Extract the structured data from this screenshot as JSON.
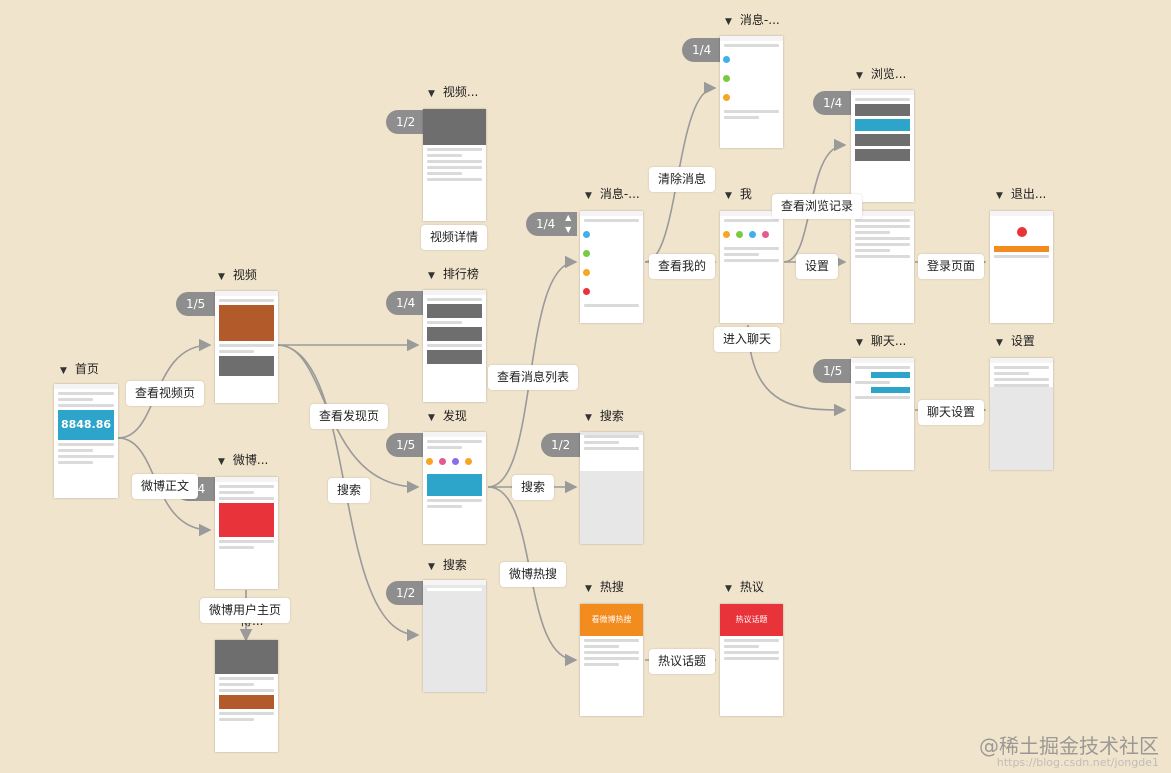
{
  "nodes": {
    "home": {
      "title": "首页"
    },
    "video": {
      "title": "视频",
      "badge": "1/5"
    },
    "weibo": {
      "title": "微博...",
      "badge": "1/4"
    },
    "profile": {
      "title": "博...",
      "badge": ""
    },
    "video_detail": {
      "title": "视频...",
      "badge": "1/2"
    },
    "ranking": {
      "title": "排行榜",
      "badge": "1/4"
    },
    "discover": {
      "title": "发现",
      "badge": "1/5"
    },
    "search_a": {
      "title": "搜索",
      "badge": "1/2"
    },
    "msg_list": {
      "title": "消息-...",
      "badge": "1/4"
    },
    "msg_top": {
      "title": "消息-...",
      "badge": "1/4"
    },
    "search_b": {
      "title": "搜索",
      "badge": "1/2"
    },
    "me": {
      "title": "我",
      "badge": ""
    },
    "browse": {
      "title": "浏览...",
      "badge": "1/4"
    },
    "settings_a": {
      "title": "",
      "badge": ""
    },
    "logout": {
      "title": "退出..."
    },
    "chat": {
      "title": "聊天...",
      "badge": "1/5"
    },
    "settings_b": {
      "title": "设置"
    },
    "hot_search": {
      "title": "热搜"
    },
    "hot_topic": {
      "title": "热议"
    }
  },
  "edges": {
    "view_video": "查看视频页",
    "weibo_body": "微博正文",
    "user_home": "微博用户主页",
    "video_detail": "视频详情",
    "view_discover": "查看发现页",
    "search1": "搜索",
    "view_messages": "查看消息列表",
    "search2": "搜索",
    "weibo_hot": "微博热搜",
    "clear_messages": "清除消息",
    "view_me": "查看我的",
    "enter_chat": "进入聊天",
    "settings": "设置",
    "browse_history": "查看浏览记录",
    "login_page": "登录页面",
    "chat_settings": "聊天设置",
    "hot_topics": "热议话题"
  },
  "thumb_text": {
    "home_banner": "8848.86",
    "hot_search_banner": "看微博热搜",
    "hot_topic_banner": "热议话题"
  },
  "watermark": {
    "main": "@稀土掘金技术社区",
    "url": "https://blog.csdn.net/jongde1"
  },
  "colors": {
    "background": "#f1e4cc",
    "connector": "#9a9a9a",
    "badge": "#8e8e8e"
  }
}
